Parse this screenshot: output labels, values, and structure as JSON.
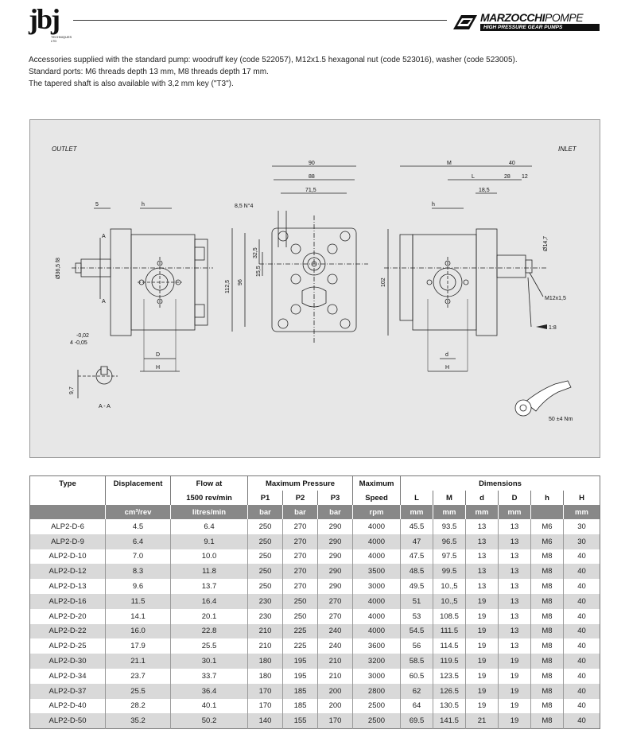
{
  "header": {
    "logo_left": "jbj",
    "logo_left_sub": "TECHNIQUES LTD",
    "brand_name": "MARZOCCHI",
    "brand_suffix": "POMPE",
    "brand_tagline": "HIGH PRESSURE GEAR PUMPS"
  },
  "intro": [
    "Accessories supplied with the standard pump: woodruff key (code 522057), M12x1.5 hexagonal nut (code 523016), washer (code 523005).",
    "Standard ports: M6 threads depth 13 mm, M8 threads depth 17 mm.",
    "The tapered shaft is also available with 3,2 mm key (\"T3\")."
  ],
  "drawing": {
    "outlet": "OUTLET",
    "inlet": "INLET",
    "section": "A - A",
    "torque": "50 ±4 Nm",
    "dims": {
      "d90": "90",
      "d88": "88",
      "d71_5": "71,5",
      "d8_5": "8,5 N°4",
      "d112_5": "112,5",
      "d96": "96",
      "d32_5": "32,5",
      "d15_5": "15,5",
      "d5": "5",
      "h": "h",
      "A": "A",
      "phi36": "Ø36,5 f8",
      "D": "D",
      "H": "H",
      "tol_a": "-0,02",
      "tol_b": "4 -0,05",
      "d9_7": "9,7",
      "M": "M",
      "L": "L",
      "d40": "40",
      "d28": "28",
      "d12": "12",
      "d18_5": "18,5",
      "d102": "102",
      "phi14": "Ø14,7",
      "m12": "M12x1,5",
      "taper": "1:8",
      "d_small": "d"
    }
  },
  "table": {
    "head1": [
      "Type",
      "Displacement",
      "Flow at",
      "Maximum Pressure",
      "Maximum",
      "Dimensions"
    ],
    "head2": [
      "1500 rev/min",
      "P1",
      "P2",
      "P3",
      "Speed",
      "L",
      "M",
      "d",
      "D",
      "h",
      "H"
    ],
    "head3": [
      "cm³/rev",
      "litres/min",
      "bar",
      "bar",
      "bar",
      "rpm",
      "mm",
      "mm",
      "mm",
      "mm",
      "",
      "mm"
    ],
    "rows": [
      [
        "ALP2-D-6",
        "4.5",
        "6.4",
        "250",
        "270",
        "290",
        "4000",
        "45.5",
        "93.5",
        "13",
        "13",
        "M6",
        "30"
      ],
      [
        "ALP2-D-9",
        "6.4",
        "9.1",
        "250",
        "270",
        "290",
        "4000",
        "47",
        "96.5",
        "13",
        "13",
        "M6",
        "30"
      ],
      [
        "ALP2-D-10",
        "7.0",
        "10.0",
        "250",
        "270",
        "290",
        "4000",
        "47.5",
        "97.5",
        "13",
        "13",
        "M8",
        "40"
      ],
      [
        "ALP2-D-12",
        "8.3",
        "11.8",
        "250",
        "270",
        "290",
        "3500",
        "48.5",
        "99.5",
        "13",
        "13",
        "M8",
        "40"
      ],
      [
        "ALP2-D-13",
        "9.6",
        "13.7",
        "250",
        "270",
        "290",
        "3000",
        "49.5",
        "10.,5",
        "13",
        "13",
        "M8",
        "40"
      ],
      [
        "ALP2-D-16",
        "11.5",
        "16.4",
        "230",
        "250",
        "270",
        "4000",
        "51",
        "10.,5",
        "19",
        "13",
        "M8",
        "40"
      ],
      [
        "ALP2-D-20",
        "14.1",
        "20.1",
        "230",
        "250",
        "270",
        "4000",
        "53",
        "108.5",
        "19",
        "13",
        "M8",
        "40"
      ],
      [
        "ALP2-D-22",
        "16.0",
        "22.8",
        "210",
        "225",
        "240",
        "4000",
        "54.5",
        "111.5",
        "19",
        "13",
        "M8",
        "40"
      ],
      [
        "ALP2-D-25",
        "17.9",
        "25.5",
        "210",
        "225",
        "240",
        "3600",
        "56",
        "114.5",
        "19",
        "13",
        "M8",
        "40"
      ],
      [
        "ALP2-D-30",
        "21.1",
        "30.1",
        "180",
        "195",
        "210",
        "3200",
        "58.5",
        "119.5",
        "19",
        "19",
        "M8",
        "40"
      ],
      [
        "ALP2-D-34",
        "23.7",
        "33.7",
        "180",
        "195",
        "210",
        "3000",
        "60.5",
        "123.5",
        "19",
        "19",
        "M8",
        "40"
      ],
      [
        "ALP2-D-37",
        "25.5",
        "36.4",
        "170",
        "185",
        "200",
        "2800",
        "62",
        "126.5",
        "19",
        "19",
        "M8",
        "40"
      ],
      [
        "ALP2-D-40",
        "28.2",
        "40.1",
        "170",
        "185",
        "200",
        "2500",
        "64",
        "130.5",
        "19",
        "19",
        "M8",
        "40"
      ],
      [
        "ALP2-D-50",
        "35.2",
        "50.2",
        "140",
        "155",
        "170",
        "2500",
        "69.5",
        "141.5",
        "21",
        "19",
        "M8",
        "40"
      ]
    ]
  }
}
